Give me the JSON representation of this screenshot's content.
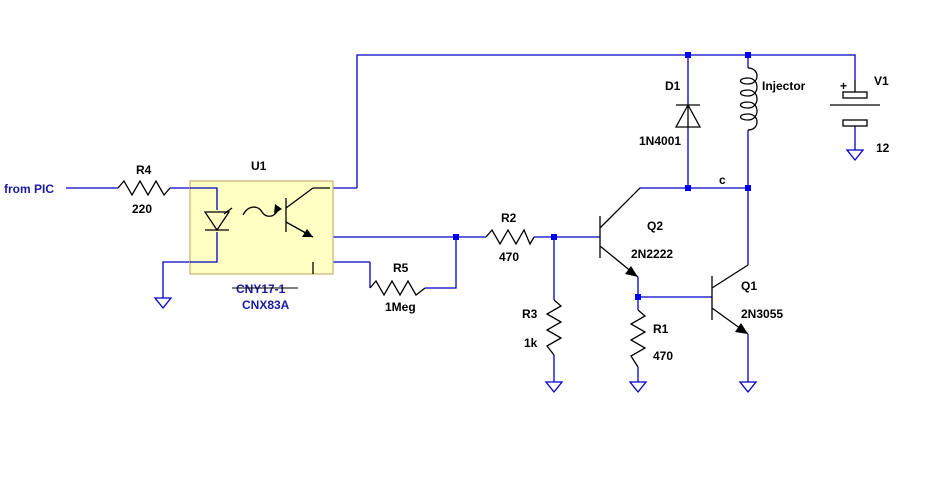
{
  "input_label": "from PIC",
  "node_label": "c",
  "components": {
    "r4": {
      "ref": "R4",
      "value": "220"
    },
    "u1": {
      "ref": "U1",
      "part_struck": "CNY17-1",
      "part": "CNX83A"
    },
    "r5": {
      "ref": "R5",
      "value": "1Meg"
    },
    "r2": {
      "ref": "R2",
      "value": "470"
    },
    "r3": {
      "ref": "R3",
      "value": "1k"
    },
    "q2": {
      "ref": "Q2",
      "part": "2N2222"
    },
    "r1": {
      "ref": "R1",
      "value": "470"
    },
    "q1": {
      "ref": "Q1",
      "part": "2N3055"
    },
    "d1": {
      "ref": "D1",
      "part": "1N4001"
    },
    "injector": {
      "label": "Injector"
    },
    "v1": {
      "ref": "V1",
      "value": "12",
      "polarity": "+"
    }
  },
  "colors": {
    "wire": "#0000cc",
    "component": "#000000",
    "optocoupler_fill": "#ffffc4",
    "optocoupler_border": "#c8b878",
    "part_label": "#1a1aa6"
  }
}
